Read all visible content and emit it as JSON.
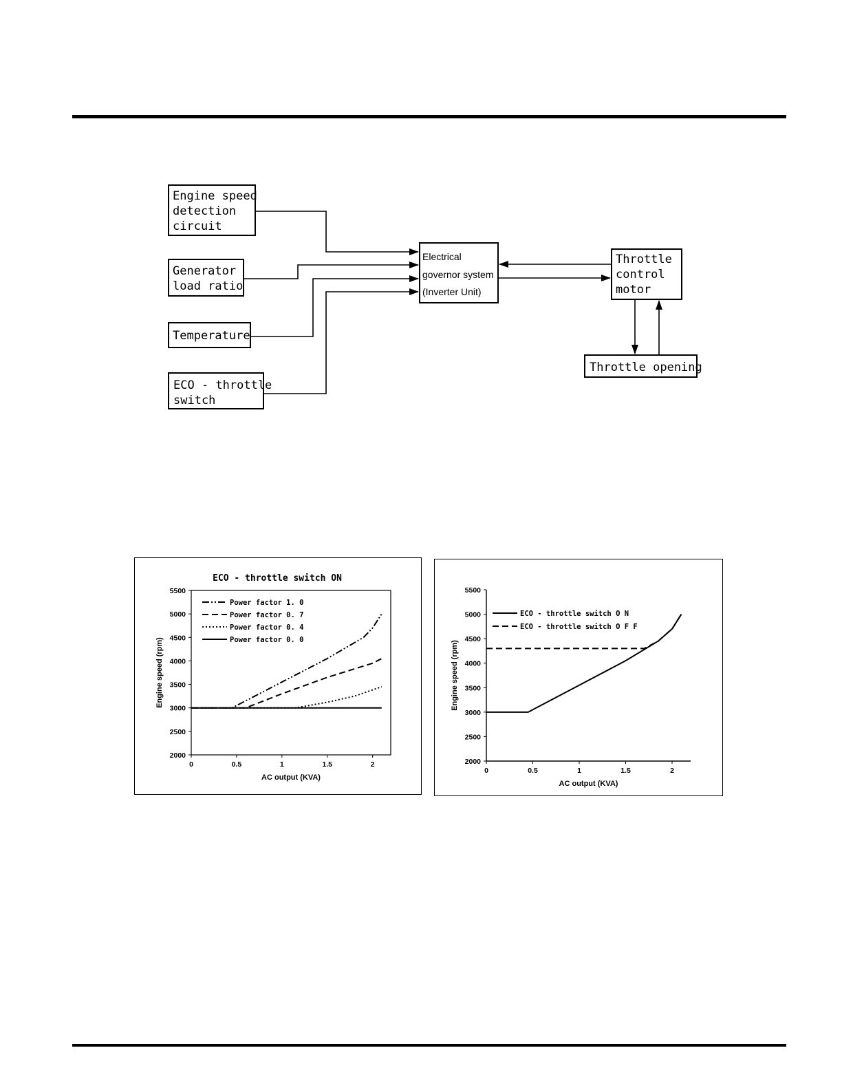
{
  "diagram": {
    "inputs": {
      "engine_speed": [
        "Engine speed",
        "detection",
        "circuit"
      ],
      "load_ratio": [
        "Generator",
        "load ratio"
      ],
      "temperature": [
        "Temperature"
      ],
      "eco_switch": [
        "ECO - throttle",
        "switch"
      ]
    },
    "governor": [
      "Electrical",
      "governor system",
      "(Inverter Unit)"
    ],
    "motor": [
      "Throttle",
      "control",
      "motor"
    ],
    "opening": [
      "Throttle opening"
    ]
  },
  "chart_data": [
    {
      "type": "line",
      "title": "ECO - throttle switch ON",
      "xlabel": "AC output (KVA)",
      "ylabel": "Engine speed (rpm)",
      "xlim": [
        0,
        2.2
      ],
      "ylim": [
        2000,
        5500
      ],
      "xticks": [
        0,
        0.5,
        1,
        1.5,
        2
      ],
      "xtick_labels": [
        "0",
        "0.5",
        "1",
        "1.5",
        "2"
      ],
      "yticks": [
        2000,
        2500,
        3000,
        3500,
        4000,
        4500,
        5000,
        5500
      ],
      "ytick_labels": [
        "2000",
        "2500",
        "3000",
        "3500",
        "4000",
        "4500",
        "5000",
        "5500"
      ],
      "legend_position": "top-left",
      "series": [
        {
          "name": "Power factor  1. 0",
          "dash": "dashdotdot",
          "x": [
            0,
            0.45,
            1.0,
            1.5,
            1.9,
            2.0,
            2.1
          ],
          "y": [
            3000,
            3000,
            3550,
            4050,
            4500,
            4700,
            5000
          ]
        },
        {
          "name": "Power factor  0. 7",
          "dash": "dashed",
          "x": [
            0,
            0.6,
            1.0,
            1.5,
            2.0,
            2.1
          ],
          "y": [
            3000,
            3000,
            3300,
            3650,
            3950,
            4050
          ]
        },
        {
          "name": "Power factor  0. 4",
          "dash": "dotted",
          "x": [
            0,
            1.15,
            1.5,
            1.8,
            2.1
          ],
          "y": [
            3000,
            3000,
            3120,
            3250,
            3450
          ]
        },
        {
          "name": "Power factor  0. 0",
          "dash": "solid",
          "x": [
            0,
            2.1
          ],
          "y": [
            3000,
            3000
          ]
        }
      ]
    },
    {
      "type": "line",
      "title": "",
      "xlabel": "AC output (KVA)",
      "ylabel": "Engine speed (rpm)",
      "xlim": [
        0,
        2.2
      ],
      "ylim": [
        2000,
        5500
      ],
      "xticks": [
        0,
        0.5,
        1,
        1.5,
        2
      ],
      "xtick_labels": [
        "0",
        "0.5",
        "1",
        "1.5",
        "2"
      ],
      "yticks": [
        2000,
        2500,
        3000,
        3500,
        4000,
        4500,
        5000,
        5500
      ],
      "ytick_labels": [
        "2000",
        "2500",
        "3000",
        "3500",
        "4000",
        "4500",
        "5000",
        "5500"
      ],
      "legend_position": "top-left",
      "series": [
        {
          "name": "ECO - throttle switch O N",
          "dash": "solid",
          "x": [
            0,
            0.45,
            1.0,
            1.5,
            1.85,
            2.0,
            2.1
          ],
          "y": [
            3000,
            3000,
            3550,
            4050,
            4450,
            4700,
            5000
          ]
        },
        {
          "name": "ECO - throttle switch O F F",
          "dash": "dashed",
          "x": [
            0,
            1.7,
            1.85,
            2.0,
            2.1
          ],
          "y": [
            4300,
            4300,
            4450,
            4700,
            5000
          ]
        }
      ]
    }
  ]
}
